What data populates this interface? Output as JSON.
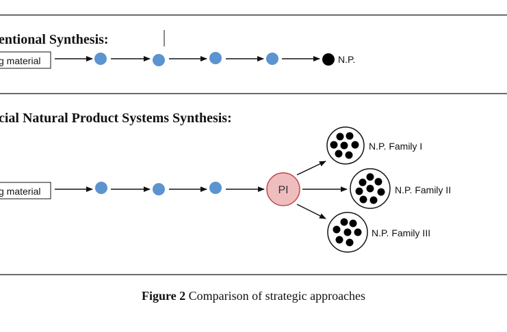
{
  "panels": {
    "top": {
      "title": "entional Synthesis:",
      "start_label": "g material",
      "end_label": "N.P."
    },
    "bottom": {
      "title": "cial Natural Product Systems Synthesis:",
      "start_label": "g material",
      "hub_label": "PI",
      "families": [
        "N.P. Family I",
        "N.P. Family II",
        "N.P. Family III"
      ]
    }
  },
  "caption": {
    "label": "Figure 2",
    "text": "Comparison of strategic approaches"
  },
  "colors": {
    "intermediate": "#5b94cf",
    "product": "#000000",
    "hub_fill": "#eebdbd",
    "hub_stroke": "#c0474a"
  }
}
